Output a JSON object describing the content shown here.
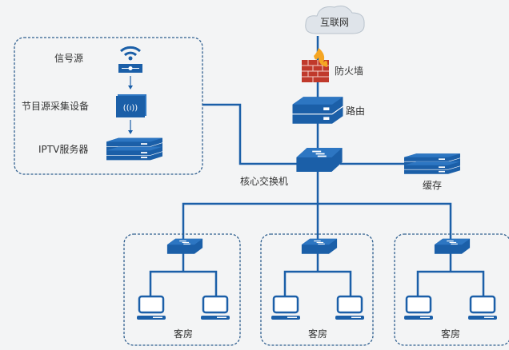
{
  "colors": {
    "accent": "#1b5fa8",
    "accent_dark": "#144a86",
    "background": "#f3f4f5",
    "firewall": "#c0392b"
  },
  "source_group": {
    "signal_source": "信号源",
    "capture_device": "节目源采集设备",
    "iptv_server": "IPTV服务器"
  },
  "internet": "互联网",
  "firewall": "防火墙",
  "router": "路由",
  "core_switch": "核心交换机",
  "cache": "缓存",
  "rooms": [
    {
      "label": "客房"
    },
    {
      "label": "客房"
    },
    {
      "label": "客房"
    }
  ]
}
